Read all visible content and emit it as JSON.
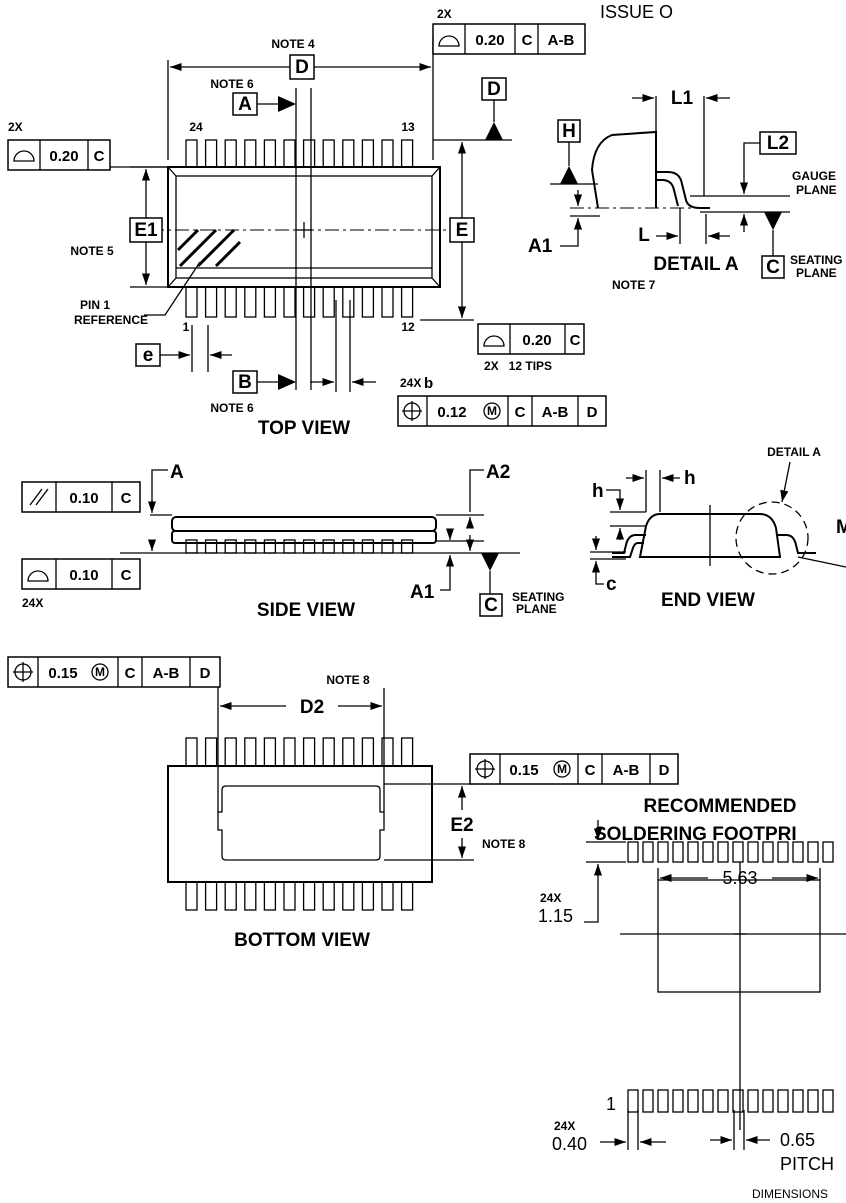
{
  "header": {
    "issue": "ISSUE O"
  },
  "top_view": {
    "caption": "TOP VIEW",
    "note4": "NOTE 4",
    "note5": "NOTE 5",
    "note6_top": "NOTE 6",
    "note6_bottom": "NOTE 6",
    "datum_d": "D",
    "datum_a": "A",
    "datum_b": "B",
    "datum_d_right": "D",
    "e1": "E1",
    "e": "E",
    "pitch_e": "e",
    "pin1_ref_line1": "PIN 1",
    "pin1_ref_line2": "REFERENCE",
    "pin_24": "24",
    "pin_13": "13",
    "pin_1": "1",
    "pin_12": "12",
    "lead_width_label": "24X",
    "lead_width_sym": "b",
    "fcf_top_mult": "2X",
    "fcf_top": [
      "0.20",
      "C",
      "A-B"
    ],
    "fcf_left_mult": "2X",
    "fcf_left": [
      "0.20",
      "C"
    ],
    "fcf_tips": [
      "0.20",
      "C"
    ],
    "fcf_tips_note": "2X   12 TIPS",
    "fcf_b": [
      "0.12",
      "M",
      "C",
      "A-B",
      "D"
    ]
  },
  "detail_a": {
    "caption": "DETAIL A",
    "note7": "NOTE 7",
    "l1": "L1",
    "l2": "L2",
    "l": "L",
    "a1": "A1",
    "h": "H",
    "c": "C",
    "gauge1": "GAUGE",
    "gauge2": "PLANE",
    "seat1": "SEATING",
    "seat2": "PLANE"
  },
  "side_view": {
    "caption": "SIDE VIEW",
    "a": "A",
    "a1": "A1",
    "a2": "A2",
    "c": "C",
    "seat1": "SEATING",
    "seat2": "PLANE",
    "fcf_parallel": [
      "0.10",
      "C"
    ],
    "fcf_profile": [
      "0.10",
      "C"
    ],
    "mult": "24X"
  },
  "end_view": {
    "caption": "END VIEW",
    "detail_a": "DETAIL A",
    "h_left": "h",
    "h_right": "h",
    "c": "c",
    "m": "M"
  },
  "bottom_view": {
    "caption": "BOTTOM VIEW",
    "note8_top": "NOTE 8",
    "note8_right": "NOTE 8",
    "d2": "D2",
    "e2": "E2",
    "fcf_left": [
      "0.15",
      "M",
      "C",
      "A-B",
      "D"
    ],
    "fcf_right": [
      "0.15",
      "M",
      "C",
      "A-B",
      "D"
    ]
  },
  "footprint": {
    "title1": "RECOMMENDED",
    "title2": "SOLDERING FOOTPRI",
    "width": "5.63",
    "pad_len_mult": "24X",
    "pad_len": "1.15",
    "pad_w_mult": "24X",
    "pad_w": "0.40",
    "pin1": "1",
    "pitch_val": "0.65",
    "pitch_label": "PITCH",
    "dims": "DIMENSIONS"
  }
}
